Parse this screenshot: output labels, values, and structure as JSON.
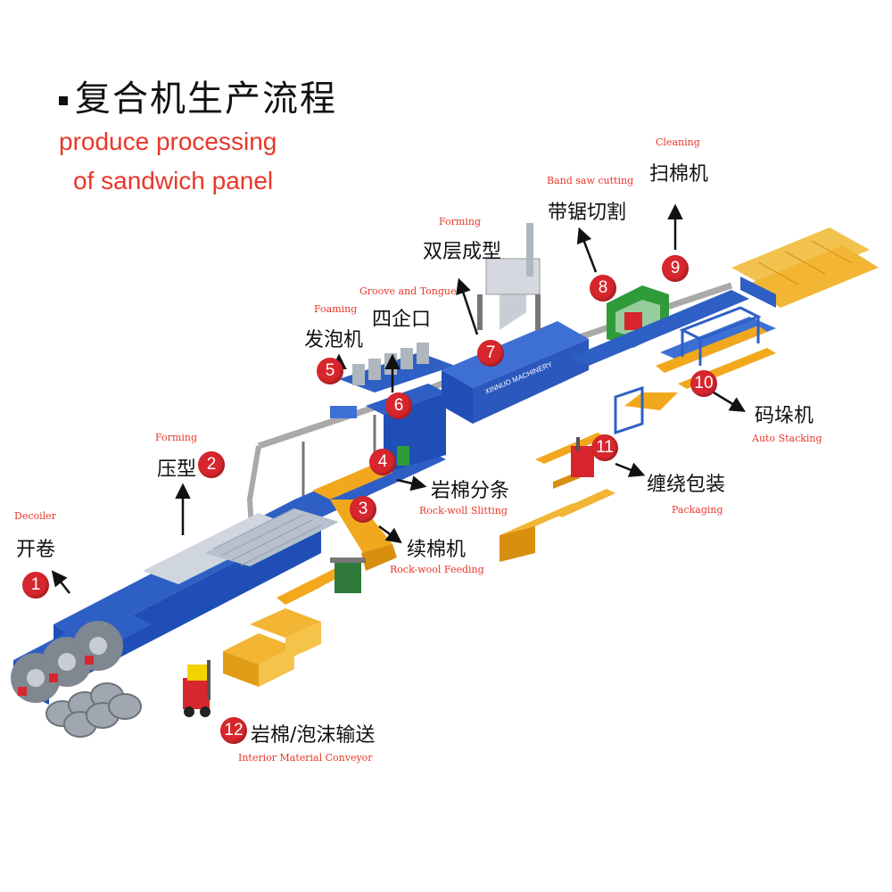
{
  "title": {
    "zh": "复合机生产流程",
    "en_line1": "produce processing",
    "en_line2": "of sandwich panel"
  },
  "machine_label": "XINNUO MACHINERY",
  "colors": {
    "badge": "#d7262d",
    "english_label": "#e8372a",
    "machine_blue": "#1f4fb6",
    "material_orange": "#f2a81d",
    "cutter_green": "#2f9b3a"
  },
  "steps": [
    {
      "number": "1",
      "zh": "开卷",
      "en": "Decoiler"
    },
    {
      "number": "2",
      "zh": "压型",
      "en": "Forming"
    },
    {
      "number": "3",
      "zh": "续棉机",
      "en": "Rock-wool Feeding"
    },
    {
      "number": "4",
      "zh": "岩棉分条",
      "en": "Rock-woll Slitting"
    },
    {
      "number": "5",
      "zh": "发泡机",
      "en": "Foaming"
    },
    {
      "number": "6",
      "zh": "四企口",
      "en": "Groove and Tongue"
    },
    {
      "number": "7",
      "zh": "双层成型",
      "en": "Forming"
    },
    {
      "number": "8",
      "zh": "带锯切割",
      "en": "Band saw cutting"
    },
    {
      "number": "9",
      "zh": "扫棉机",
      "en": "Cleaning"
    },
    {
      "number": "10",
      "zh": "码垛机",
      "en": "Auto Stacking"
    },
    {
      "number": "11",
      "zh": "缠绕包装",
      "en": "Packaging"
    },
    {
      "number": "12",
      "zh": "岩棉/泡沫输送",
      "en": "Interior Material Conveyor"
    }
  ]
}
